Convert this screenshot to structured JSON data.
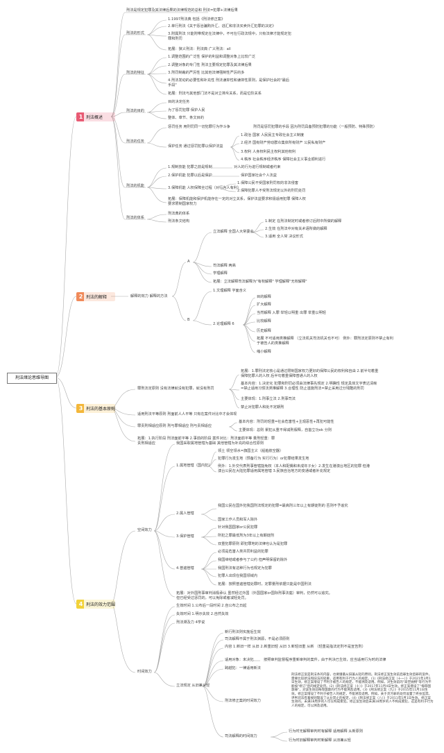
{
  "root": "刑法绪论思维导图",
  "branches": [
    {
      "num": "1",
      "label": "刑法概述",
      "color": "#e85b74"
    },
    {
      "num": "2",
      "label": "刑法的解释",
      "color": "#f08a5a"
    },
    {
      "num": "3",
      "label": "刑法的基本原则",
      "color": "#f3b73a"
    },
    {
      "num": "4",
      "label": "刑法的效力范围",
      "color": "#f2d23a"
    }
  ],
  "b1": {
    "intro": "刑法是规定犯罪及其法律后果的法律规范的总和 刑法=犯罪+法律后果",
    "form": "刑法的形式",
    "form_items": [
      "1.1997刑法典 包括《刑法修正案》",
      "2.单行刑法《关于惩治骗购外汇、逃汇和非法买卖外汇犯罪的决定》",
      "3.附属刑法 只能附带规定在法律中，不可在行政法规中，只有法律才能规定犯罪和刑罚",
      "拓展：狭义刑法：刑法典 广义刑法：all"
    ],
    "feature": "刑法的特征",
    "feature_items": [
      "1.调整范围的广泛性 保护的利益和调整对象上比较广泛",
      "2.调整对象的专门性 刑法主要规定犯罪及其法律后果",
      "3.刑罚制裁的严厉性 比其他法律强制性严厉的多",
      "4.刑法发动的必要性和补充性 刑法谦抑性和谦抑性原则，是保护社会的\"最后手段\"",
      "拓展：刑法与其他部门法不是对立排斥关系，而是位阶关系"
    ],
    "purpose": "刑法的目的",
    "purpose_items": [
      "目的决定任务",
      "为了惩罚犯罪 保护人民",
      "整体、章节、条文目的"
    ],
    "task": "刑法的任务",
    "task_a": "惩罚任务 用刑罚同一切犯罪行为作斗争",
    "task_a2": "刑罚是惩罚犯罪的手段 因为刑罚具备预防犯罪的功能（一般预防、特殊预防）",
    "task_b": "保护任务 通过惩罚犯罪以保护法益",
    "task_b_items": [
      "1.政治 国家 人民民主专政社会主义制度",
      "2.经济 国有财产劳动群众集体所有财产 公民私有财产",
      "3.权利 人身权利民主权利其他权利",
      "4.秩序 社会秩序经济秩序 保障社会主义事业顺利进行"
    ],
    "func": "刑法的机能",
    "func_a": "1.规制技能 犯罪之前是规制",
    "func_a2": "对人的行为进行规制或者约束",
    "func_b": "2.保护机能 犯罪以后是保护",
    "func_b2": "保护国家社会个人法益",
    "func_c": "3.保障机能 人权保障全过程（对行为人有利）",
    "func_c_items": [
      "1.保障公民不受国家刑罚权的非法侵害",
      "2.保障犯罪人不受刑法规定以外的刑罚处罚"
    ],
    "func_note": "拓展：保障机能和保护机能存在一定的对立关系，保护法益要求积极适用犯罪 保障人权要求限制国家权力",
    "system": "刑法的体系",
    "system_items": [
      "刑法典的体系",
      "刑法条文结构"
    ]
  },
  "b2": {
    "main": "解释的效力 解释的方法",
    "eff": "A",
    "eff_a": "立法解释 全国人大常委会",
    "eff_a_items": [
      "1.制定 在刑法制定时或者修订后附中所做的解释",
      "2.生效 在刑法中对有关术语所做的解释",
      "3.适用 全人常 决议形式"
    ],
    "eff_items": [
      "司法解释 两高",
      "学理解释",
      "拓展：立法解释司法解释为\"有权解释\" 学理解释\"无权解释\""
    ],
    "meth": "B",
    "meth_a": "1.文理解释 字面含义",
    "meth_b": "2.论理解释 6",
    "meth_items": [
      "目的解释",
      "扩大解释",
      "当然解释 入罪 举轻以明重 出罪 举重以明轻",
      "比较解释",
      "历史解释",
      "拓展 不可适用类推解释 （立法机关司法机关也不可） 例外：罪刑法定原则不禁止有利于被告人的类推解释",
      "缩小解释"
    ]
  },
  "b3": {
    "legality": "罪刑法定原则 没有法律就没有犯罪，就没有刑罚",
    "legality_note": "拓展：1.罪刑法定核心是通过限制国家权力更好的保障公民的权利和自由 2.前半句着重保障犯罪人的人权 后半句着重保障普通人的人权",
    "legality_items": [
      "基本内容：1.决定化 犯罪和刑罚必须由法律事先规定 2.明确性 规定具体文字表达清晰=禁止适用习惯法类推解释 3.合理性 防止滥施刑法=禁止采用过分残酷的刑罚",
      "主要体现：1.刑事立法 2.刑事司法",
      "禁止对犯罪人和处不定期刑"
    ],
    "equality": "适用刑法平等原则 刑面前人人平等 只有在案件对比中才会体现",
    "prop": "罪责刑相适应原则 刑与罪相适应 刑与责相适应",
    "prop_items": [
      "基本内容：刑罚的轻重=社会危害性+主观恶性+再犯可能性",
      "主要体现：总则 累犯从重不得减刑假释，自首立功ok 分则"
    ],
    "note": "拓展：1.执行阶段 刑法面前平等 2.事前的阶段 案件对比：刑法面前平等 量刑轻重：罪责刑相适应"
  },
  "b4": {
    "space": "空间效力",
    "space_intro": "我国采取属地管辖为基础 其他管辖为补充的综合性原则",
    "terr": "1.属地管辖（国内犯）",
    "terr_items": [
      "领土 领空领水=旗国主义（船舶航空器）",
      "犯罪行为发生地（预备行为 实行行为）or犯罪结果发生地",
      "例外：1.外交代表刑事管辖豁免权（本人和配偶和未成年子女）2.发生在港澳台地区的犯罪 但港澳台公民在大陆犯罪适用属地管辖 3.民族自治地方的变通或者补充规定"
    ],
    "pers": "2.属人管辖",
    "pers_items": [
      "我国公民在国外犯我国刑法规定的犯罪=最高刑三年以上有期徒刑的 否则不予追究",
      "国家工作人员和军人除外"
    ],
    "prot": "3.保护管辖",
    "prot_items": [
      "针对我国国家or公民犯罪",
      "所犯之罪最低刑为3年以上有期徒刑",
      "双重犯罪原则 即犯罪地的法律也认为是犯罪"
    ],
    "univ": "4.普遍管辖",
    "univ_items": [
      "必须是危害人类共同利益的犯罪",
      "我国缔结或者参与了公约 但声明保留的除外",
      "我国刑法有这种行为也规定为犯罪",
      "犯罪人出现在我国领域内",
      "拓展：按照普遍管辖处罪时，定罪量刑依据只能是中国刑法"
    ],
    "space_note": "拓展：对外国刑事审判消极承认 虽然经过外国（外国国家or国际刑事法庭）审判，仍然可以追究。但已经受过惩罚的，可以免除或者减轻处罚。",
    "time": "时间效力",
    "time_a_items": [
      "生效时间 1.公布后一段时间 2.自公布之日起",
      "失效时间 1.明示失效 2.自然失效",
      "刑法溯及力 4学说"
    ],
    "retro": "立法规定 从旧兼从轻",
    "retro_items": [
      "新行刑法则实施后生效",
      "司法解释不属于刑法渊源，不是必须原则",
      "内容 1.新旧一样 从旧 2.新重旧轻 从旧 3.新轻旧重 从新 （轻重是指法定刑不是宣告刑）"
    ],
    "retro_obj": "适用对象：未决犯",
    "retro_obj2": "按照审判监督程序重新审判的案件，由于判决已生效，应当适用行为时的法律",
    "retro_cont": "跨越犯：一律适用新法",
    "amend": "刑法修正案的时间效力",
    "amend_text": "刑法修正案是刑法条的内容，也要遵循从旧兼从轻的原则。刑法修正案生效前后罪生效后罪的案件，需要比较新法和旧法的轻重，适用有利于行为人的规定。(1)《刑法修正案（十一）》于2021年3月1日生效，修正案增设了不利于被告人的规定，不能溯及适用。例如，对生效前的\"高空抛物\"等行为不能按\"修订\"后的规定处罚。(2)《刑法修正案（十）》于2017年11月4日生效。修正案增设了\"侮辱国歌罪\"，对该生效前侮辱国歌的行为不能溯及适用。(3)《刑法修正案（九）》于2015年11月1日生效。修正案增设了不利于被告人的规定，不能溯及适用。例如，关于贪污罪的处罚设置了终身监禁。评判司法有着规则理设了从业禁止的规定。(4)《刑法修正案（八）》于2011年5月1日生效。修正案生效的，未满18周岁的人可以构成累犯。修正案生效后未满18周岁的人不构成累犯，这是有利于行为人的规定，可以溯及适用。",
    "interp": "司法解释的时间效力",
    "interp_items": [
      "行为时无解释审判时有解释 适用解释 从新原则",
      "行为时旧解释审判时新解释 从旧兼从轻"
    ]
  }
}
